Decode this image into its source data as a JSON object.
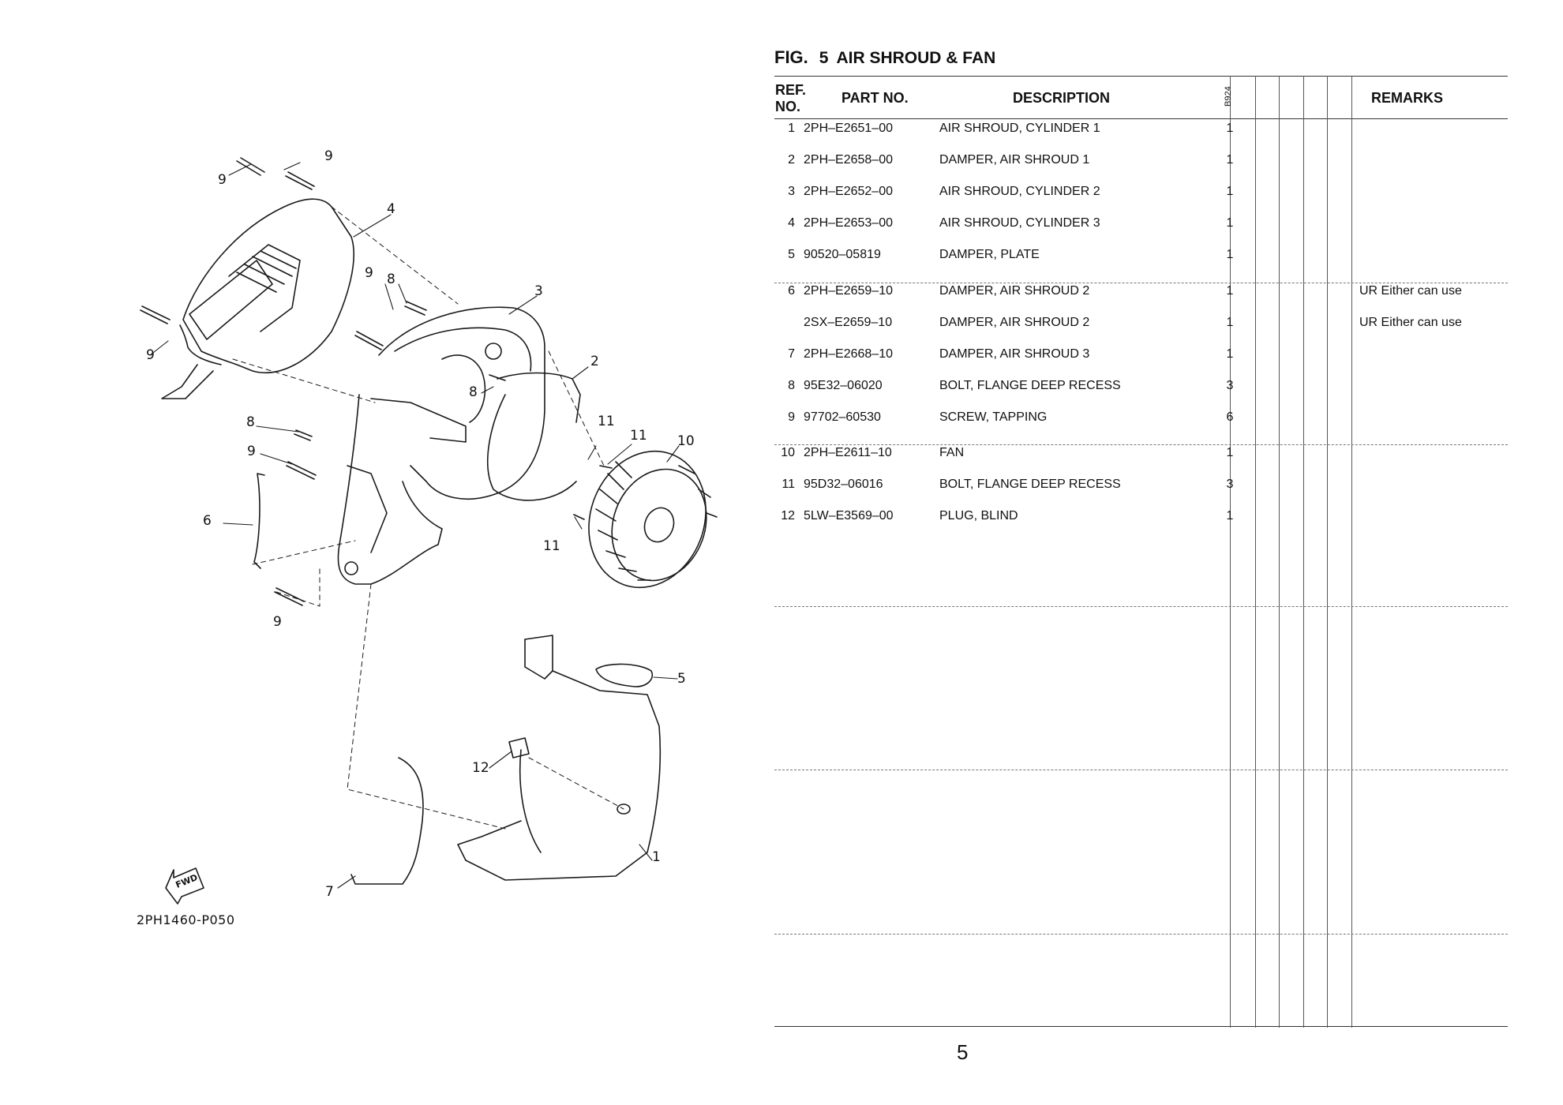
{
  "figure": {
    "label": "FIG.",
    "number": "5",
    "title": "AIR SHROUD & FAN"
  },
  "table": {
    "headers": {
      "ref_no": "REF. NO.",
      "part_no": "PART NO.",
      "description": "DESCRIPTION",
      "model": "B924",
      "remarks": "REMARKS"
    },
    "rows": [
      {
        "ref": "1",
        "part": "2PH–E2651–00",
        "desc": "AIR SHROUD, CYLINDER 1",
        "qty": "1",
        "remarks": ""
      },
      {
        "ref": "2",
        "part": "2PH–E2658–00",
        "desc": "DAMPER, AIR SHROUD 1",
        "qty": "1",
        "remarks": ""
      },
      {
        "ref": "3",
        "part": "2PH–E2652–00",
        "desc": "AIR SHROUD, CYLINDER 2",
        "qty": "1",
        "remarks": ""
      },
      {
        "ref": "4",
        "part": "2PH–E2653–00",
        "desc": "AIR SHROUD, CYLINDER 3",
        "qty": "1",
        "remarks": ""
      },
      {
        "ref": "5",
        "part": "90520–05819",
        "desc": "DAMPER, PLATE",
        "qty": "1",
        "remarks": ""
      },
      {
        "ref": "6",
        "part": "2PH–E2659–10",
        "desc": "DAMPER, AIR SHROUD 2",
        "qty": "1",
        "remarks": "UR Either can use"
      },
      {
        "ref": "",
        "part": "2SX–E2659–10",
        "desc": "DAMPER, AIR SHROUD 2",
        "qty": "1",
        "remarks": "UR Either can use"
      },
      {
        "ref": "7",
        "part": "2PH–E2668–10",
        "desc": "DAMPER, AIR SHROUD 3",
        "qty": "1",
        "remarks": ""
      },
      {
        "ref": "8",
        "part": "95E32–06020",
        "desc": "BOLT, FLANGE DEEP RECESS",
        "qty": "3",
        "remarks": ""
      },
      {
        "ref": "9",
        "part": "97702–60530",
        "desc": "SCREW, TAPPING",
        "qty": "6",
        "remarks": ""
      },
      {
        "ref": "10",
        "part": "2PH–E2611–10",
        "desc": "FAN",
        "qty": "1",
        "remarks": ""
      },
      {
        "ref": "11",
        "part": "95D32–06016",
        "desc": "BOLT, FLANGE DEEP RECESS",
        "qty": "3",
        "remarks": ""
      },
      {
        "ref": "12",
        "part": "5LW–E3569–00",
        "desc": "PLUG, BLIND",
        "qty": "1",
        "remarks": ""
      }
    ]
  },
  "diagram": {
    "drawing_code": "2PH1460-P050",
    "fwd_label": "FWD",
    "callouts": [
      "9",
      "9",
      "4",
      "9",
      "8",
      "3",
      "9",
      "2",
      "8",
      "11",
      "11",
      "10",
      "8",
      "9",
      "6",
      "11",
      "9",
      "5",
      "12",
      "1",
      "7"
    ]
  },
  "page_number": "5"
}
